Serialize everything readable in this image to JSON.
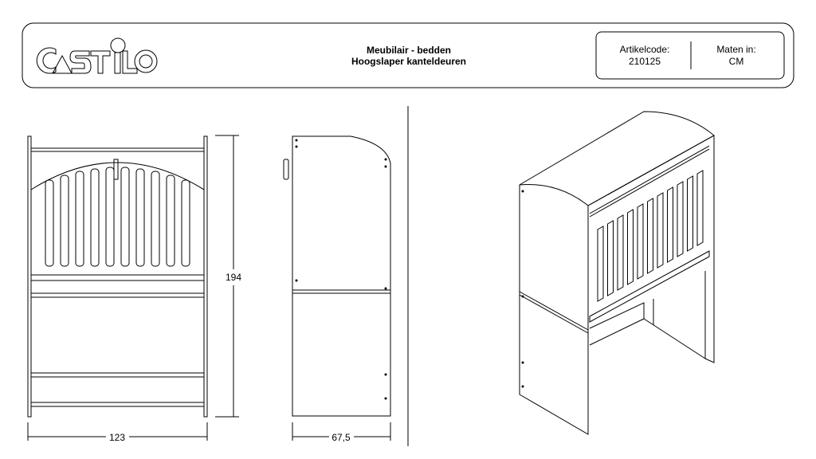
{
  "header": {
    "logo_text": "CASTILO",
    "category": "Meubilair - bedden",
    "product": "Hoogslaper kanteldeuren",
    "article_label": "Artikelcode:",
    "article_code": "210125",
    "units_label": "Maten in:",
    "units_value": "CM"
  },
  "dimensions": {
    "height": "194",
    "width": "123",
    "depth": "67,5"
  }
}
